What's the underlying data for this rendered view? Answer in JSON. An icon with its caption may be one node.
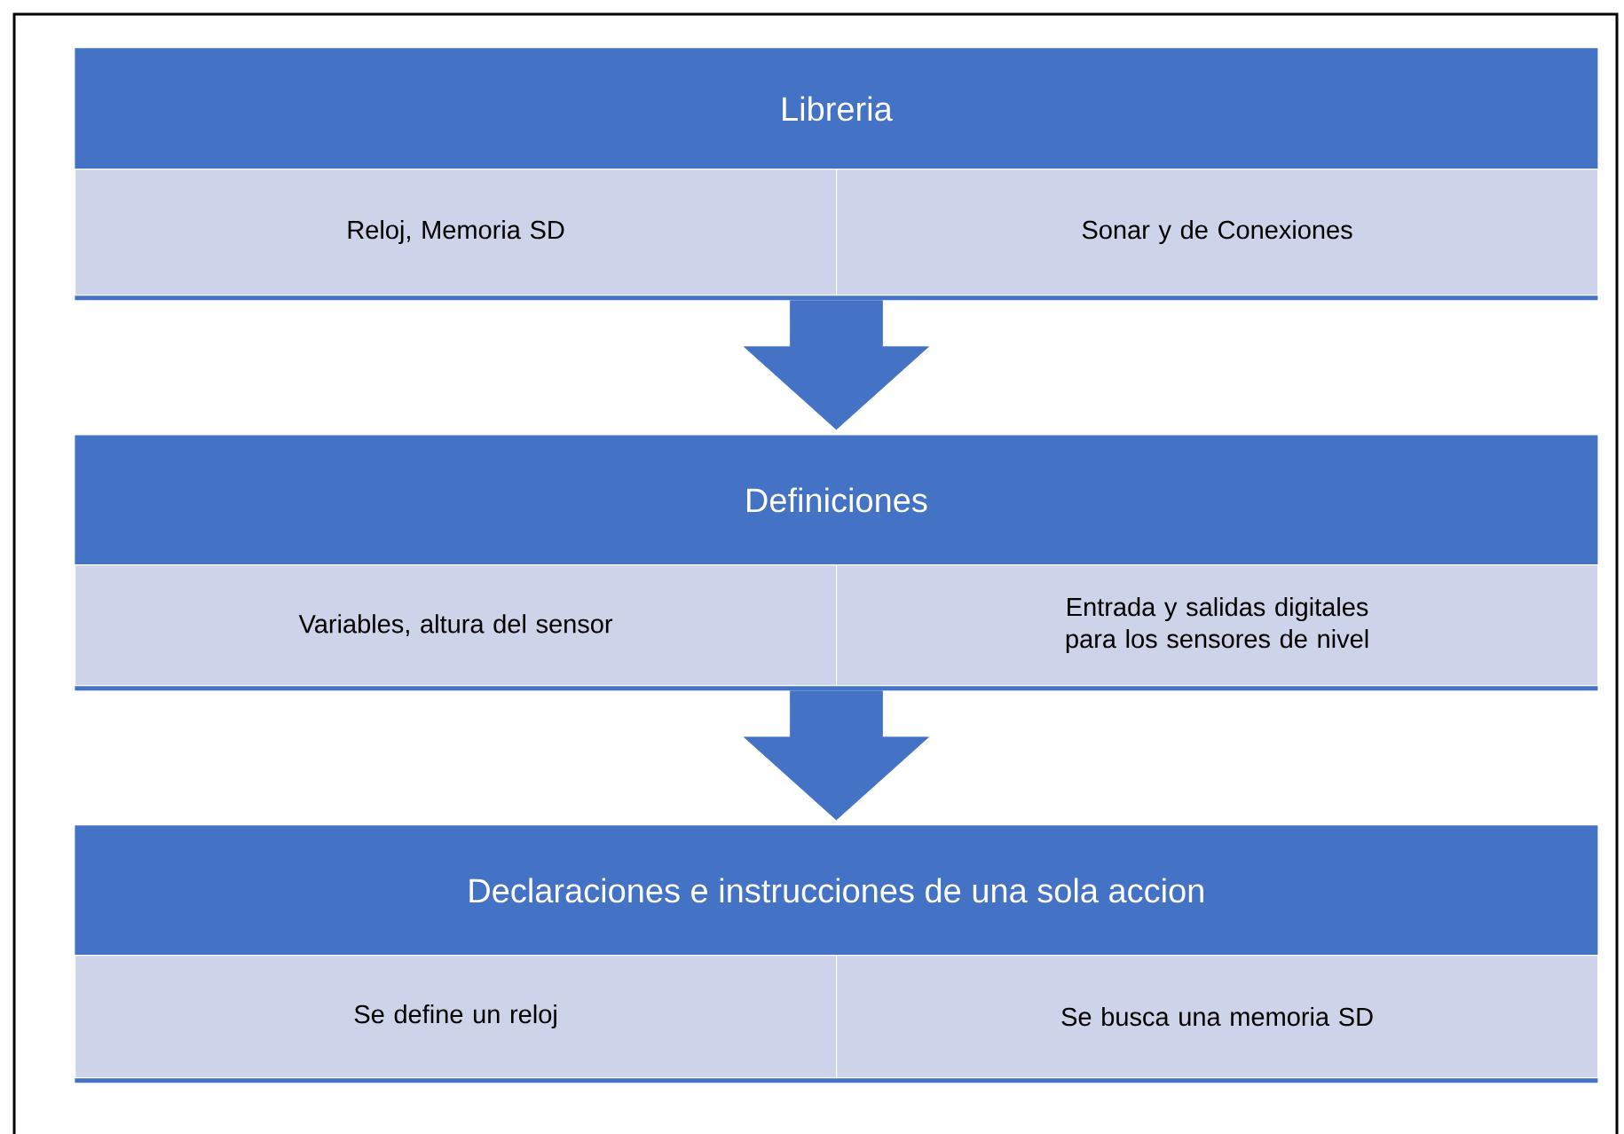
{
  "diagram": {
    "nodes": [
      {
        "text": [
          "Libreria"
        ]
      },
      {
        "text": [
          "Reloj, Memoria SD"
        ],
        "in": 0
      },
      {
        "text": [
          "Sonar y de Conexiones"
        ],
        "in": 0
      },
      {
        "text": [
          "Definiciones"
        ]
      },
      {
        "text": [
          "Variables, altura del sensor"
        ],
        "in": 3
      },
      {
        "text": [
          "Entrada y salidas digitales para los sensores de nivel"
        ],
        "in": 3
      },
      {
        "text": [
          "Declaraciones e instrucciones de una sola accion"
        ]
      },
      {
        "text": [
          "Se define un reloj"
        ],
        "in": 6
      },
      {
        "text": [
          "Se busca una memoria SD"
        ],
        "in": 6
      }
    ],
    "edges": [
      {
        "from": 0,
        "to": 3,
        "arrow": "to"
      },
      {
        "from": 3,
        "to": 6,
        "arrow": "to"
      }
    ]
  }
}
